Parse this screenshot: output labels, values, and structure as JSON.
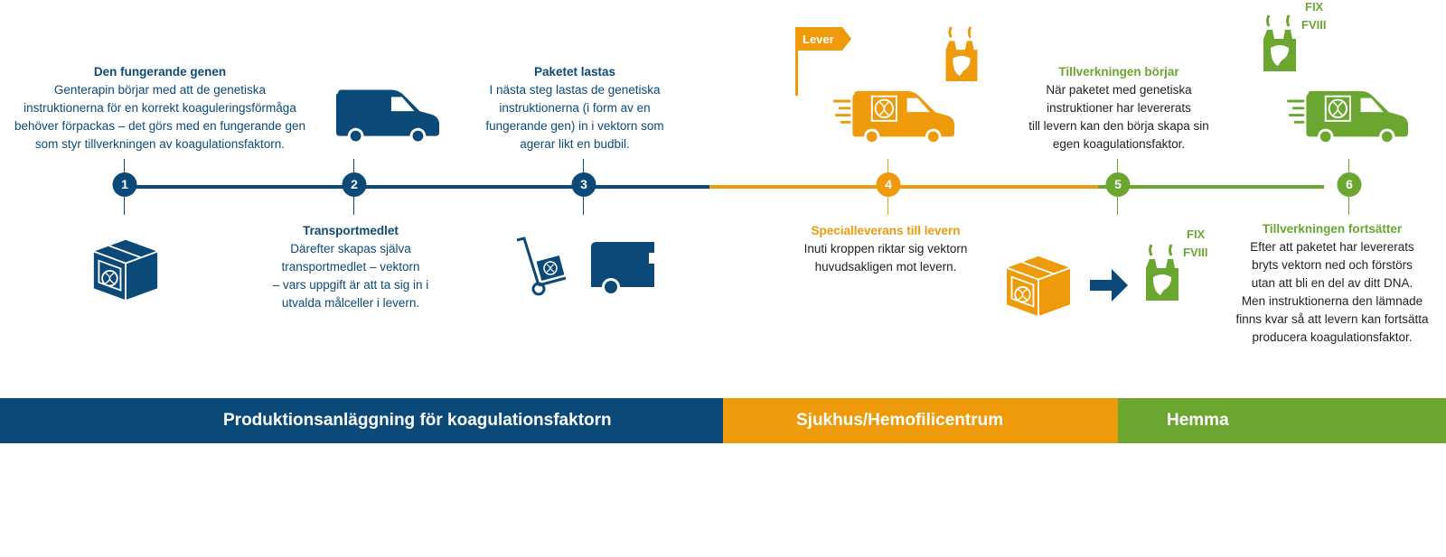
{
  "colors": {
    "blue": "#0b4a78",
    "orange": "#ee9a0b",
    "green": "#6ba631"
  },
  "steps": [
    {
      "number": "1",
      "title": "Den fungerande genen",
      "body": "Genterapin börjar med att de genetiska\ninstruktionerna för en korrekt koaguleringsförmåga\nbehöver förpackas – det görs med en fungerande gen\nsom styr tillverkningen av koagulationsfaktorn."
    },
    {
      "number": "2",
      "title": "Transportmedlet",
      "body": "Därefter skapas själva\ntransportmedlet – vektorn\n– vars uppgift är att ta sig in i\nutvalda målceller i levern."
    },
    {
      "number": "3",
      "title": "Paketet lastas",
      "body": "I nästa steg lastas de genetiska\ninstruktionerna (i form av en\nfungerande gen) in i vektorn som\nagerar likt en budbil."
    },
    {
      "number": "4",
      "title": "Specialleverans till levern",
      "body": "Inuti kroppen riktar sig vektorn\nhuvudsakligen mot levern."
    },
    {
      "number": "5",
      "title": "Tillverkningen börjar",
      "body": "När paketet med genetiska\ninstruktioner har levererats\ntill levern kan den börja skapa sin\negen koagulationsfaktor."
    },
    {
      "number": "6",
      "title": "Tillverkningen fortsätter",
      "body": "Efter att paketet har levererats\nbryts vektorn ned och förstörs\nutan att bli en del av ditt DNA.\nMen instruktionerna den lämnade\nfinns kvar så att levern kan fortsätta\nproducera koagulationsfaktor."
    }
  ],
  "flag_label": "Lever",
  "factor_labels": {
    "top": [
      "FIX",
      "FVIII"
    ],
    "bottom": [
      "FIX",
      "FVIII"
    ]
  },
  "bands": [
    {
      "label": "Produktionsanläggning för koagulationsfaktorn"
    },
    {
      "label": "Sjukhus/Hemofilicentrum"
    },
    {
      "label": "Hemma"
    }
  ],
  "icons": [
    "dna-box-icon",
    "van-icon",
    "hand-truck-icon",
    "van-back-icon",
    "flag-icon",
    "liver-factory-icon",
    "delivery-van-icon",
    "arrow-right-icon"
  ]
}
